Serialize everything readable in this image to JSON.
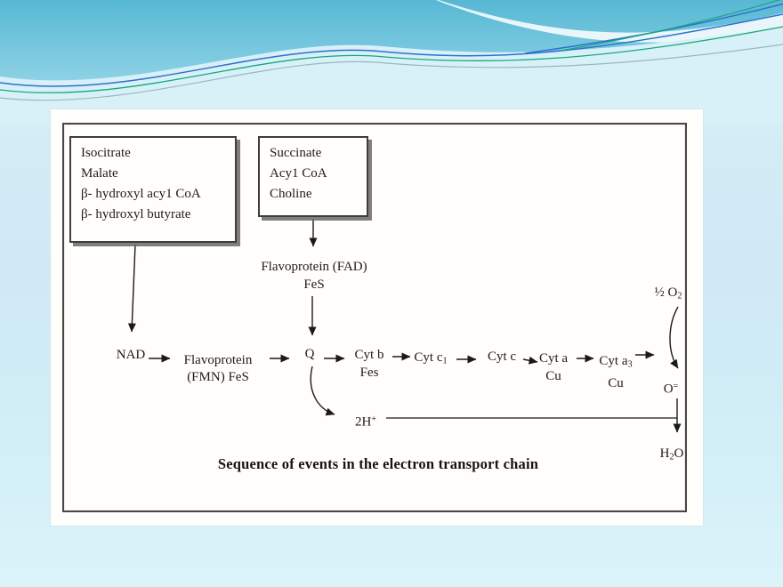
{
  "slide": {
    "background": "#d2eef7",
    "header": {
      "gradient_top": "#57b8d4",
      "gradient_bottom": "#abdfee",
      "wave_light": "#d8f1f8",
      "swoosh_white": "#ffffff",
      "line_blue": "#2e6fd0",
      "line_green": "#17a878",
      "line_gray": "#9db6be"
    }
  },
  "diagram": {
    "ink": "#1a1a1a",
    "substrate_box_1": {
      "lines": [
        "Isocitrate",
        "Malate",
        "β- hydroxyl acy1 CoA",
        "β- hydroxyl butyrate"
      ]
    },
    "substrate_box_2": {
      "lines": [
        "Succinate",
        "Acy1 CoA",
        "Choline"
      ]
    },
    "fad": {
      "line1": "Flavoprotein (FAD)",
      "line2": "FeS"
    },
    "nad": "NAD",
    "fmn": {
      "line1": "Flavoprotein",
      "line2": "(FMN) FeS"
    },
    "q": "Q",
    "cyt_b": {
      "line1": "Cyt b",
      "line2": "Fes"
    },
    "cyt_c1": {
      "base": "Cyt c",
      "sub": "1"
    },
    "cyt_c": "Cyt c",
    "cyt_a": {
      "base": "Cyt a",
      "line2": "Cu"
    },
    "cyt_a3": {
      "base": "Cyt a",
      "sub": "3",
      "line2": "Cu"
    },
    "half_o2": {
      "base": "½ O",
      "sub": "2"
    },
    "o_super": {
      "base": "O",
      "sup": "="
    },
    "two_h": {
      "base": "2H",
      "sup": "+"
    },
    "h2o": {
      "pre": "H",
      "sub": "2",
      "post": "O"
    },
    "caption": "Sequence of events in the electron transport chain"
  }
}
